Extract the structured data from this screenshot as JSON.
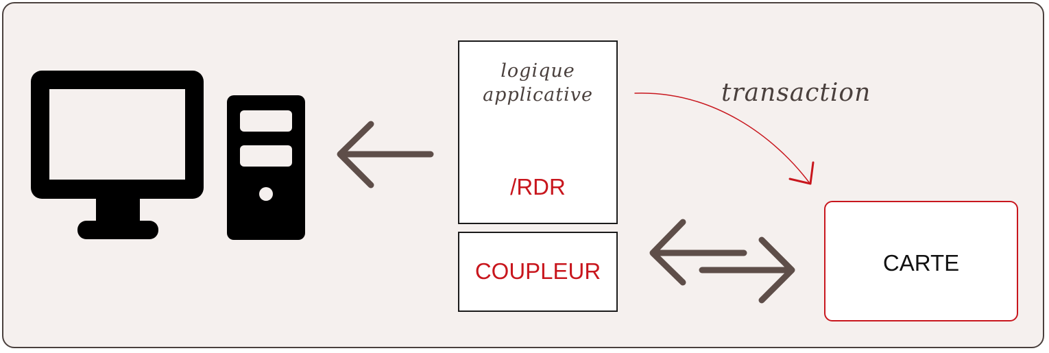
{
  "diagram": {
    "logic_line1": "logique",
    "logic_line2": "applicative",
    "rdr_label": "/RDR",
    "coupleur_label": "COUPLEUR",
    "carte_label": "CARTE",
    "transaction_label": "transaction"
  },
  "colors": {
    "panel_background": "#f5f0ee",
    "panel_border": "#4a403d",
    "accent_red": "#c8161d",
    "arrow_brown": "#5e4e49",
    "icon_black": "#000000"
  },
  "icons": [
    "monitor-icon",
    "computer-tower-icon",
    "lightbulb-icon"
  ]
}
